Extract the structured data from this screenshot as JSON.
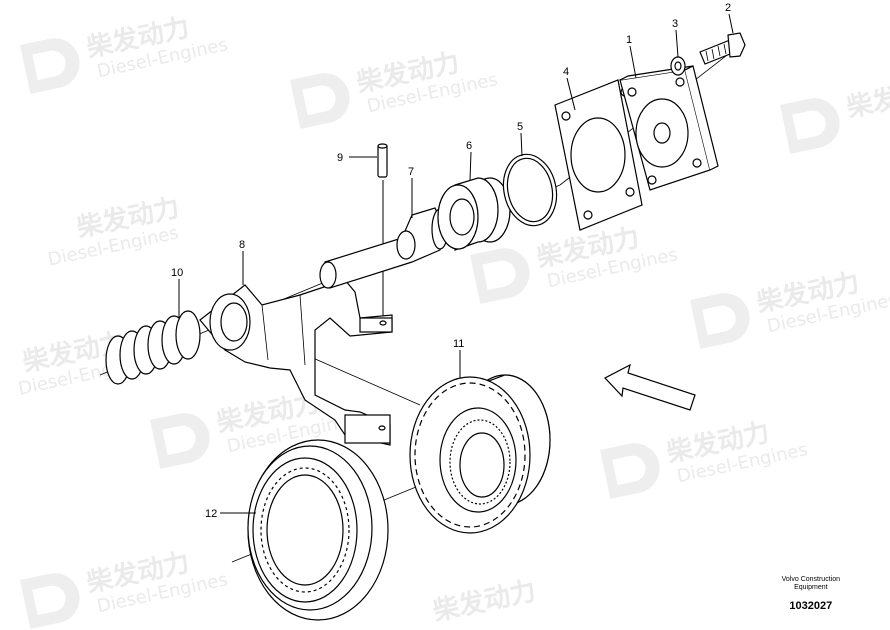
{
  "watermark": {
    "brand_cn": "柴发动力",
    "brand_en": "Diesel-Engines"
  },
  "callouts": {
    "c1": "1",
    "c2": "2",
    "c3": "3",
    "c4": "4",
    "c5": "5",
    "c6": "6",
    "c7": "7",
    "c8": "8",
    "c9": "9",
    "c10": "10",
    "c11": "11",
    "c12": "12"
  },
  "footer": {
    "maker_line1": "Volvo Construction",
    "maker_line2": "Equipment",
    "doc_number": "1032027"
  }
}
